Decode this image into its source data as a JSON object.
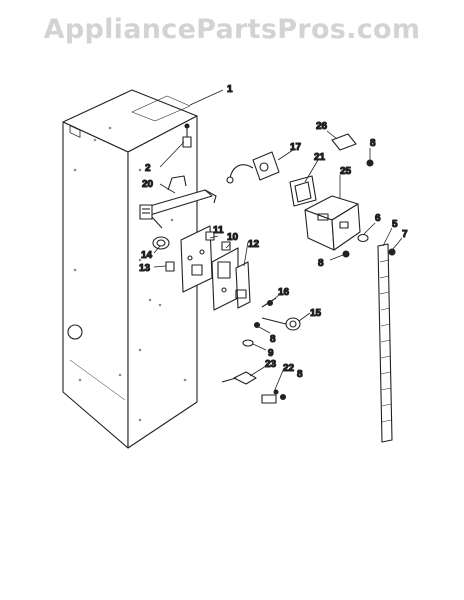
{
  "watermark": "AppliancePartsPros.com",
  "callouts": [
    "1",
    "2",
    "20",
    "14",
    "13",
    "11",
    "10",
    "12",
    "16",
    "15",
    "8",
    "9",
    "23",
    "22",
    "17",
    "21",
    "25",
    "26",
    "6",
    "5",
    "7"
  ],
  "repeat_callout": "8"
}
